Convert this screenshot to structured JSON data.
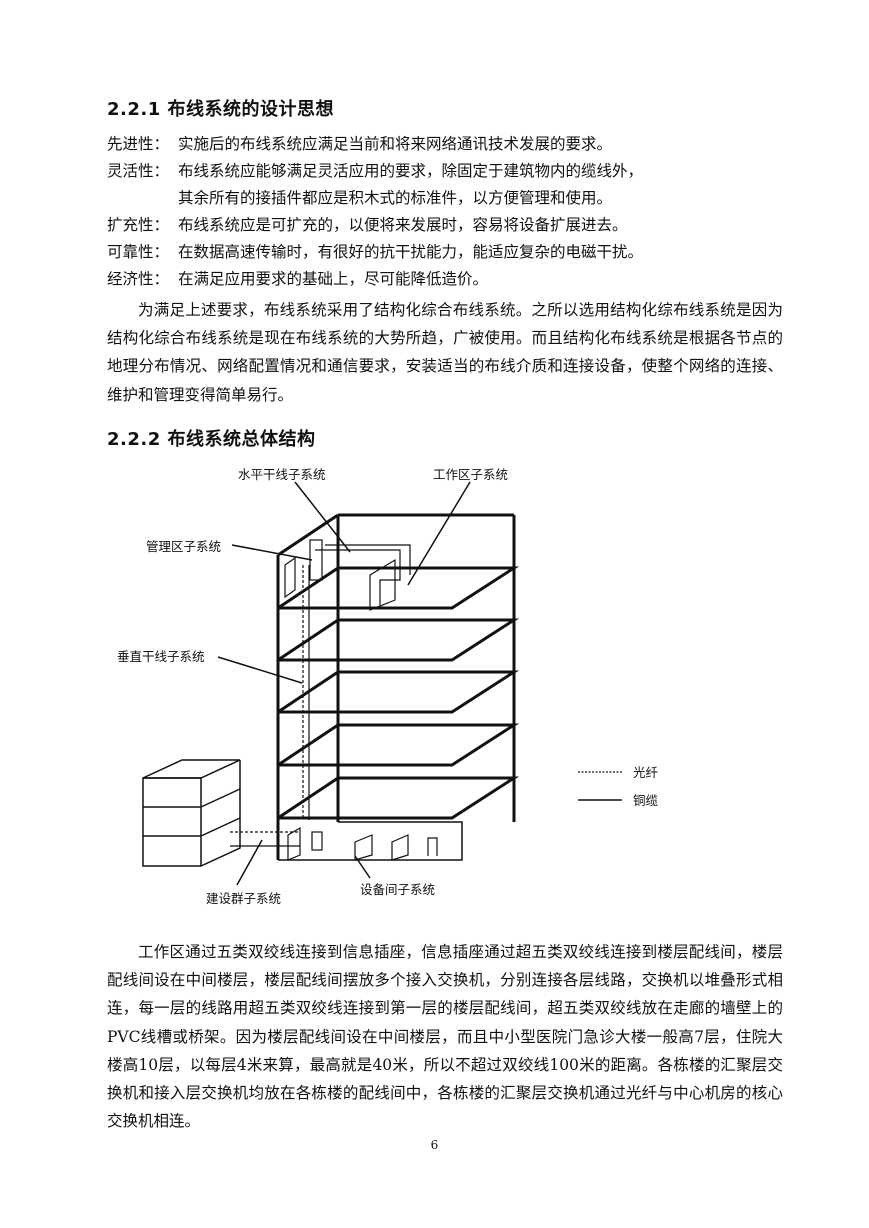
{
  "section_221": {
    "title": "2.2.1 布线系统的设计思想"
  },
  "principles": [
    {
      "term": "先进性：",
      "text": "实施后的布线系统应满足当前和将来网络通讯技术发展的要求。"
    },
    {
      "term": "灵活性：",
      "text": "布线系统应能够满足灵活应用的要求，除固定于建筑物内的缆线外，",
      "cont": "其余所有的接插件都应是积木式的标准件，以方便管理和使用。"
    },
    {
      "term": "扩充性：",
      "text": "布线系统应是可扩充的，以便将来发展时，容易将设备扩展进去。"
    },
    {
      "term": "可靠性：",
      "text": "在数据高速传输时，有很好的抗干扰能力，能适应复杂的电磁干扰。"
    },
    {
      "term": "经济性：",
      "text": "在满足应用要求的基础上，尽可能降低造价。"
    }
  ],
  "paragraph1": "为满足上述要求，布线系统采用了结构化综合布线系统。之所以选用结构化综布线系统是因为结构化综合布线系统是现在布线系统的大势所趋，广被使用。而且结构化布线系统是根据各节点的地理分布情况、网络配置情况和通信要求，安装适当的布线介质和连接设备，使整个网络的连接、维护和管理变得简单易行。",
  "section_222": {
    "title": "2.2.2 布线系统总体结构"
  },
  "figure": {
    "labels": {
      "horizontal": "水平干线子系统",
      "work_area": "工作区子系统",
      "management": "管理区子系统",
      "vertical": "垂直干线子系统",
      "campus": "建设群子系统",
      "equipment": "设备间子系统"
    },
    "legend": {
      "fiber": "光纤",
      "copper": "铜缆"
    }
  },
  "paragraph2": "工作区通过五类双绞线连接到信息插座，信息插座通过超五类双绞线连接到楼层配线间，楼层配线间设在中间楼层，楼层配线间摆放多个接入交换机，分别连接各层线路，交换机以堆叠形式相连，每一层的线路用超五类双绞线连接到第一层的楼层配线间，超五类双绞线放在走廊的墙壁上的PVC线槽或桥架。因为楼层配线间设在中间楼层，而且中小型医院门急诊大楼一般高7层，住院大楼高10层，以每层4米来算，最高就是40米，所以不超过双绞线100米的距离。各栋楼的汇聚层交换机和接入层交换机均放在各栋楼的配线间中，各栋楼的汇聚层交换机通过光纤与中心机房的核心交换机相连。",
  "page_number": "6"
}
